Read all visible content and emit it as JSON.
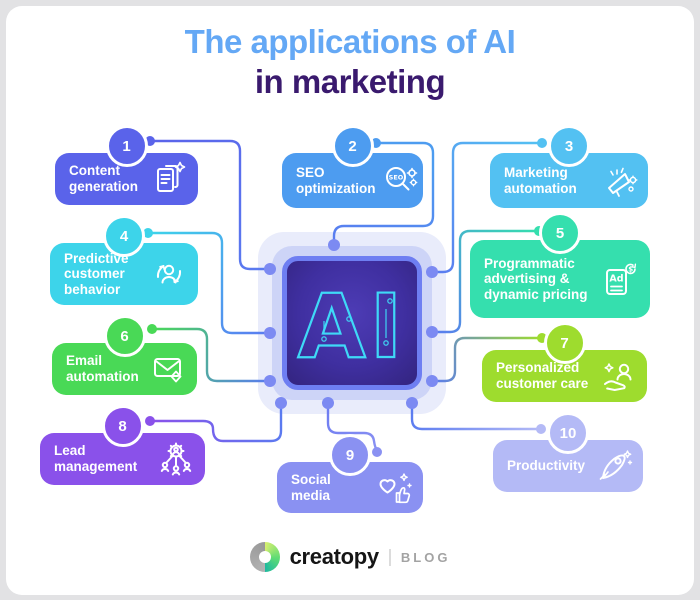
{
  "title": {
    "line1": "The applications of AI",
    "line2": "in marketing",
    "line1_color": "#64a8f5",
    "line2_color": "#3a1a6e"
  },
  "center": {
    "label": "AI",
    "stroke_color": "#3fd9f7",
    "dot_color": "#7c8af2"
  },
  "connector": {
    "end_color": "#5a7bf0",
    "mid_color": "#6d7cf2"
  },
  "cards": [
    {
      "number": "1",
      "title": "Content\ngeneration",
      "color": "#5a63ea",
      "icon": "document-sparkle-icon"
    },
    {
      "number": "2",
      "title": "SEO\noptimization",
      "color": "#4d9cf0",
      "icon": "seo-magnifier-icon"
    },
    {
      "number": "3",
      "title": "Marketing\nautomation",
      "color": "#53c1f2",
      "icon": "megaphone-gears-icon"
    },
    {
      "number": "4",
      "title": "Predictive\ncustomer\nbehavior",
      "color": "#3dd4ea",
      "icon": "customer-cycle-icon"
    },
    {
      "number": "5",
      "title": "Programmatic\nadvertising &\ndynamic pricing",
      "color": "#35dfae",
      "icon": "ad-pricing-icon"
    },
    {
      "number": "6",
      "title": "Email\nautomation",
      "color": "#49d956",
      "icon": "email-sparkle-icon"
    },
    {
      "number": "7",
      "title": "Personalized\ncustomer care",
      "color": "#9edc2e",
      "icon": "customer-care-icon"
    },
    {
      "number": "8",
      "title": "Lead\nmanagement",
      "color": "#8a51ea",
      "icon": "lead-network-icon"
    },
    {
      "number": "9",
      "title": "Social media",
      "color": "#8a91f2",
      "icon": "heart-thumbsup-icon"
    },
    {
      "number": "10",
      "title": "Productivity",
      "color": "#b4baf6",
      "icon": "rocket-icon"
    }
  ],
  "footer": {
    "brand": "creatopy",
    "suffix": "BLOG"
  }
}
